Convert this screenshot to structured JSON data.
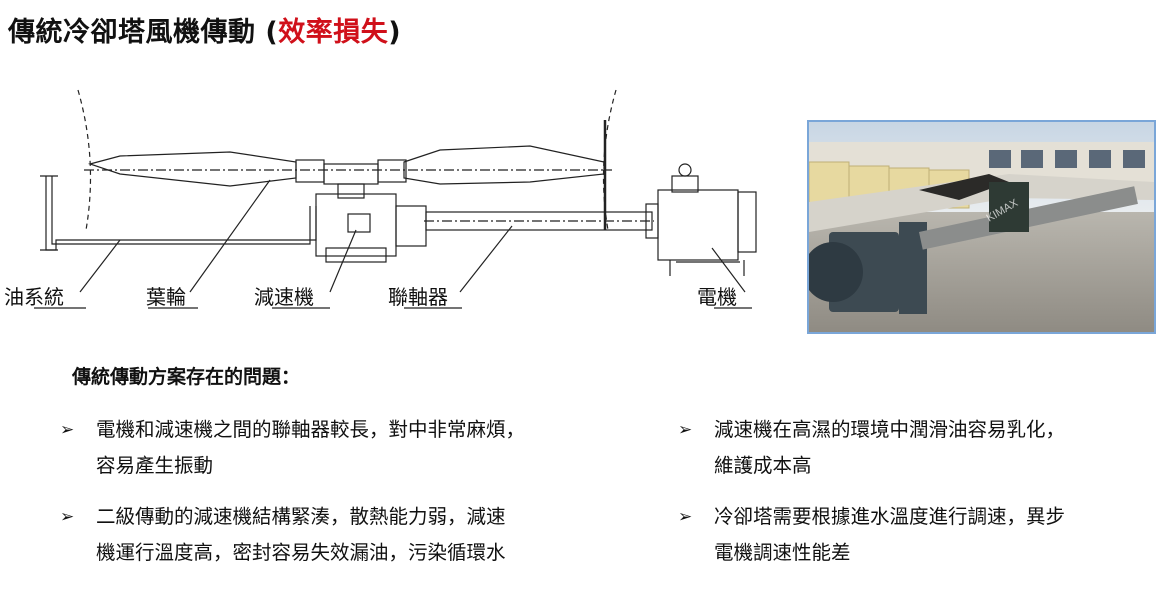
{
  "title": {
    "main": "傳統冷卻塔風機傳動 (",
    "highlight": "效率損失",
    "close": ")"
  },
  "diagram": {
    "labels": {
      "oil_system": "油系統",
      "blade": "葉輪",
      "reducer": "減速機",
      "coupling": "聯軸器",
      "motor": "電機"
    }
  },
  "photo": {
    "watermark": "KIMAX"
  },
  "problems": {
    "heading": "傳統傳動方案存在的問題：",
    "arrow_glyph": "➢",
    "items": [
      {
        "line1": "電機和減速機之間的聯軸器較長，對中非常麻煩，",
        "line2": "容易產生振動"
      },
      {
        "line1": "二級傳動的減速機結構緊湊，散熱能力弱，減速",
        "line2": "機運行溫度高，密封容易失效漏油，污染循環水"
      },
      {
        "line1": "減速機在高濕的環境中潤滑油容易乳化，",
        "line2": "維護成本高"
      },
      {
        "line1": "冷卻塔需要根據進水溫度進行調速，異步",
        "line2": "電機調速性能差"
      }
    ]
  },
  "colors": {
    "accent_red": "#d0101a",
    "photo_border": "#7aa6d8"
  }
}
